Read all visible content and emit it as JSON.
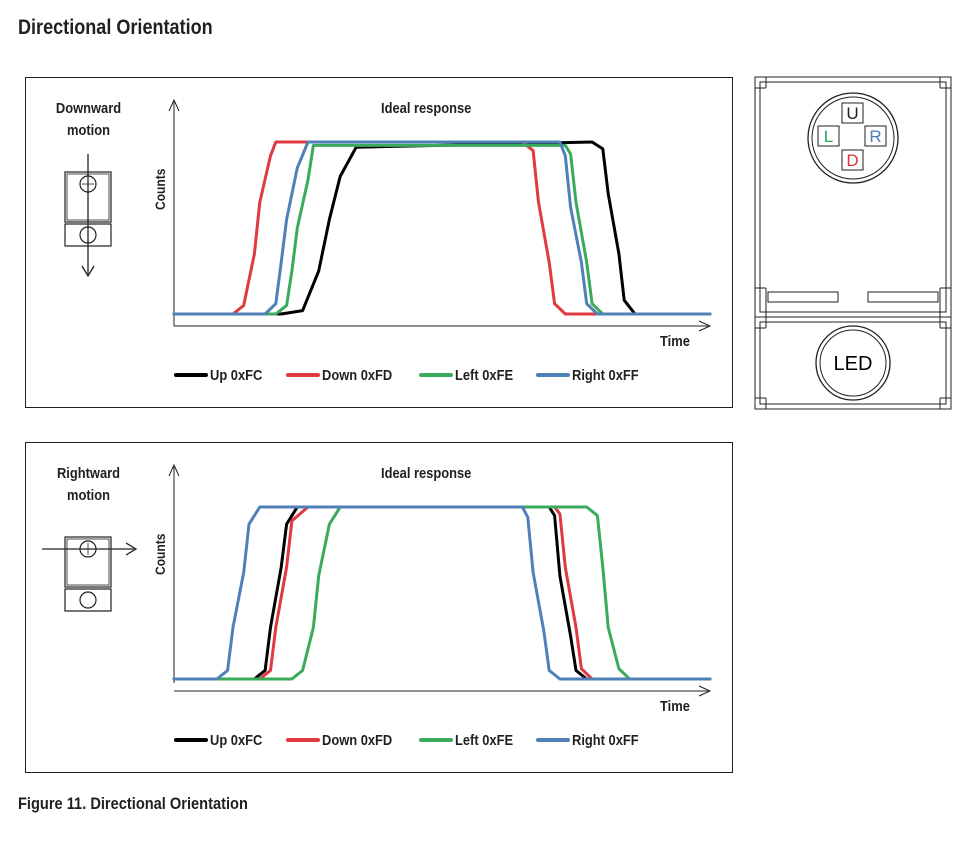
{
  "page_title": "Directional Orientation",
  "caption": "Figure 11. Directional Orientation",
  "sensor": {
    "labels": {
      "up": "U",
      "left": "L",
      "right": "R",
      "down": "D",
      "led": "LED"
    },
    "label_colors": {
      "up": "#231f20",
      "left": "#2e9e5b",
      "right": "#4a7fb5",
      "down": "#d9343a"
    }
  },
  "chart_data": [
    {
      "type": "line",
      "motion_label_line1": "Downward",
      "motion_label_line2": "motion",
      "title": "Ideal response",
      "xlabel": "Time",
      "ylabel": "Counts",
      "xlim": [
        0,
        100
      ],
      "ylim": [
        0,
        100
      ],
      "grid": false,
      "legend_position": "bottom",
      "series": [
        {
          "name": "Up 0xFC",
          "color": "#000000",
          "x": [
            0,
            20,
            24,
            27,
            29,
            31,
            34,
            78,
            80,
            81,
            83,
            84,
            86,
            100
          ],
          "y": [
            0,
            0,
            2,
            25,
            55,
            80,
            97,
            100,
            96,
            70,
            35,
            8,
            0,
            0
          ]
        },
        {
          "name": "Down 0xFD",
          "color": "#e0393e",
          "x": [
            0,
            11,
            13,
            15,
            16,
            18,
            19,
            65,
            67,
            68,
            70,
            71,
            73,
            100
          ],
          "y": [
            0,
            0,
            5,
            35,
            65,
            92,
            100,
            100,
            95,
            65,
            30,
            6,
            0,
            0
          ]
        },
        {
          "name": "Left 0xFE",
          "color": "#3aaa5c",
          "x": [
            0,
            19,
            21,
            22,
            23,
            25,
            26,
            73,
            74,
            75,
            77,
            78,
            80,
            100
          ],
          "y": [
            0,
            0,
            5,
            25,
            50,
            78,
            98,
            98,
            93,
            65,
            30,
            6,
            0,
            0
          ]
        },
        {
          "name": "Right 0xFF",
          "color": "#4f80b7",
          "x": [
            0,
            17,
            19,
            20,
            21,
            23,
            25,
            72,
            73,
            74,
            76,
            77,
            79,
            100
          ],
          "y": [
            0,
            0,
            6,
            30,
            55,
            85,
            100,
            100,
            92,
            62,
            30,
            6,
            0,
            0
          ]
        }
      ]
    },
    {
      "type": "line",
      "motion_label_line1": "Rightward",
      "motion_label_line2": "motion",
      "title": "Ideal response",
      "xlabel": "Time",
      "ylabel": "Counts",
      "xlim": [
        0,
        100
      ],
      "ylim": [
        0,
        100
      ],
      "grid": false,
      "legend_position": "bottom",
      "series": [
        {
          "name": "Up 0xFC",
          "color": "#000000",
          "x": [
            0,
            15,
            17,
            18,
            20,
            21,
            23,
            70,
            71,
            72,
            74,
            75,
            77,
            100
          ],
          "y": [
            0,
            0,
            5,
            30,
            65,
            90,
            100,
            100,
            95,
            60,
            25,
            5,
            0,
            0
          ]
        },
        {
          "name": "Down 0xFD",
          "color": "#e0393e",
          "x": [
            0,
            16,
            18,
            19,
            21,
            22,
            25,
            71,
            72,
            73,
            75,
            76,
            78,
            100
          ],
          "y": [
            0,
            0,
            5,
            30,
            65,
            92,
            100,
            100,
            96,
            65,
            30,
            6,
            0,
            0
          ]
        },
        {
          "name": "Left 0xFE",
          "color": "#3aaa5c",
          "x": [
            0,
            22,
            24,
            26,
            27,
            29,
            31,
            77,
            79,
            80,
            81,
            83,
            85,
            100
          ],
          "y": [
            0,
            0,
            5,
            30,
            60,
            90,
            100,
            100,
            95,
            65,
            30,
            6,
            0,
            0
          ]
        },
        {
          "name": "Right 0xFF",
          "color": "#4f80b7",
          "x": [
            0,
            8,
            10,
            11,
            13,
            14,
            16,
            65,
            66,
            67,
            69,
            70,
            72,
            100
          ],
          "y": [
            0,
            0,
            5,
            30,
            62,
            90,
            100,
            100,
            94,
            62,
            28,
            5,
            0,
            0
          ]
        }
      ]
    }
  ]
}
